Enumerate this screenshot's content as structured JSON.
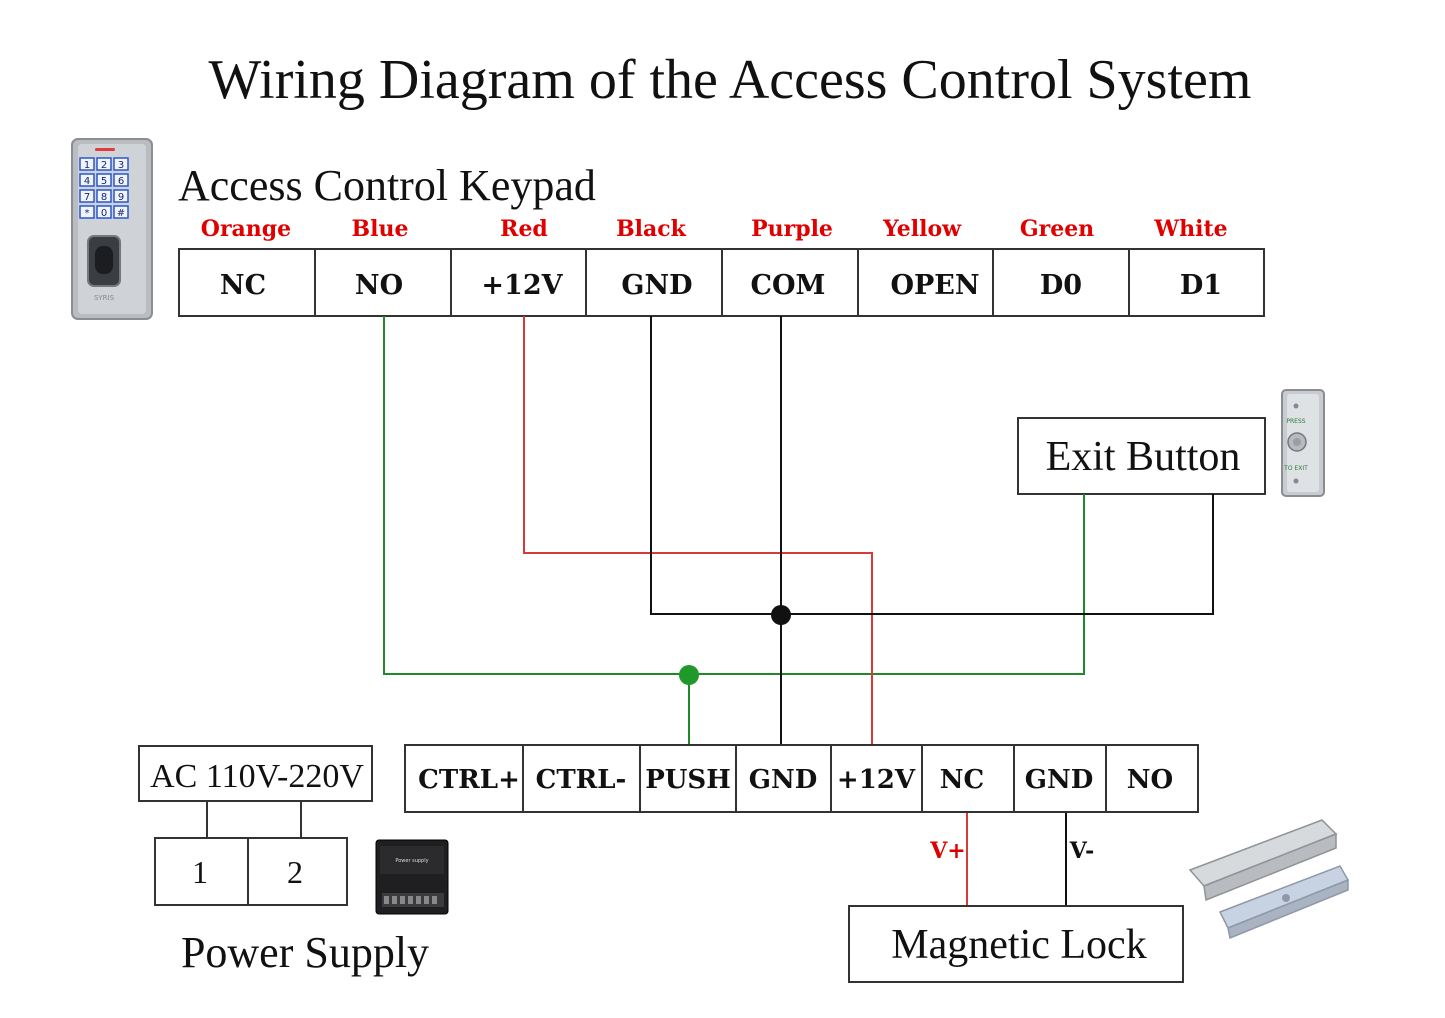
{
  "title": "Wiring Diagram of the Access Control System",
  "keypad": {
    "label": "Access Control Keypad",
    "keys": [
      "1",
      "2",
      "3",
      "4",
      "5",
      "6",
      "7",
      "8",
      "9",
      "*",
      "0",
      "#"
    ],
    "brand": "SYRIS",
    "colors": [
      {
        "text": "Orange"
      },
      {
        "text": "Blue"
      },
      {
        "text": "Red"
      },
      {
        "text": "Black"
      },
      {
        "text": "Purple"
      },
      {
        "text": "Yellow"
      },
      {
        "text": "Green"
      },
      {
        "text": "White"
      }
    ],
    "terminals": [
      "NC",
      "NO",
      "+12V",
      "GND",
      "COM",
      "OPEN",
      "D0",
      "D1"
    ]
  },
  "exit_button": {
    "label": "Exit Button",
    "device_top": "PRESS",
    "device_bottom": "TO EXIT"
  },
  "controller": {
    "terminals": [
      "CTRL+",
      "CTRL-",
      "PUSH",
      "GND",
      "+12V",
      "NC",
      "GND",
      "NO"
    ]
  },
  "power": {
    "input_label": "AC 110V-220V",
    "outputs": [
      "1",
      "2"
    ],
    "label": "Power Supply",
    "device_text": "Power supply"
  },
  "maglock": {
    "label": "Magnetic Lock",
    "v_plus": "V+",
    "v_minus": "V-"
  },
  "colors": {
    "wire_red": "#d83a3a",
    "wire_green": "#1f8a2a",
    "wire_black": "#111111",
    "label_red": "#e00000"
  }
}
